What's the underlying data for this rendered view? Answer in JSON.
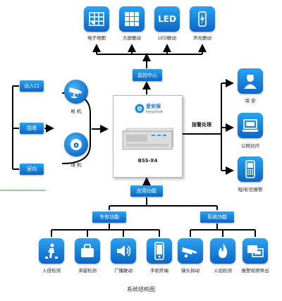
{
  "top_outputs": [
    {
      "label": "电子地图",
      "icon": "map-icon"
    },
    {
      "label": "大屏联动",
      "icon": "screen-grid-icon"
    },
    {
      "label": "LED联动",
      "icon": "led-icon"
    },
    {
      "label": "声光联动",
      "icon": "alarm-light-icon"
    }
  ],
  "led_text": "LED",
  "monitor_center": "监控中心",
  "inputs": [
    "出入口",
    "围墙",
    "室内"
  ],
  "cameras": [
    {
      "label": "枪 机",
      "icon": "bullet-camera-icon"
    },
    {
      "label": "球 机",
      "icon": "dome-camera-icon"
    }
  ],
  "device": {
    "brand": "爱安保",
    "brand_sub": "智能安防系统",
    "model": "BSS-X4"
  },
  "alarm_processing": "报警处理",
  "right_outputs": [
    {
      "label": "保 安",
      "icon": "security-guard-icon"
    },
    {
      "label": "公网访问",
      "icon": "laptop-icon"
    },
    {
      "label": "短/彩信报警",
      "icon": "phone-icon"
    }
  ],
  "app_functions": "应用功能",
  "special_functions": "专有功能",
  "system_functions": "系统功能",
  "bottom_items": [
    {
      "label": "入侵检测",
      "icon": "intrusion-icon"
    },
    {
      "label": "滞留检测",
      "icon": "bag-icon"
    },
    {
      "label": "广播联动",
      "icon": "speaker-icon"
    },
    {
      "label": "手机终端",
      "icon": "mobile-icon"
    },
    {
      "label": "镜头异动",
      "icon": "camera-shift-icon"
    },
    {
      "label": "火焰检测",
      "icon": "flame-icon"
    },
    {
      "label": "报警视频导出",
      "icon": "video-export-icon"
    }
  ],
  "caption": "系统结构图",
  "colors": {
    "tile_top": "#2aa3ee",
    "tile_bottom": "#0a66c6",
    "connector": "#000000",
    "accent_line": "#2e9e3e"
  }
}
